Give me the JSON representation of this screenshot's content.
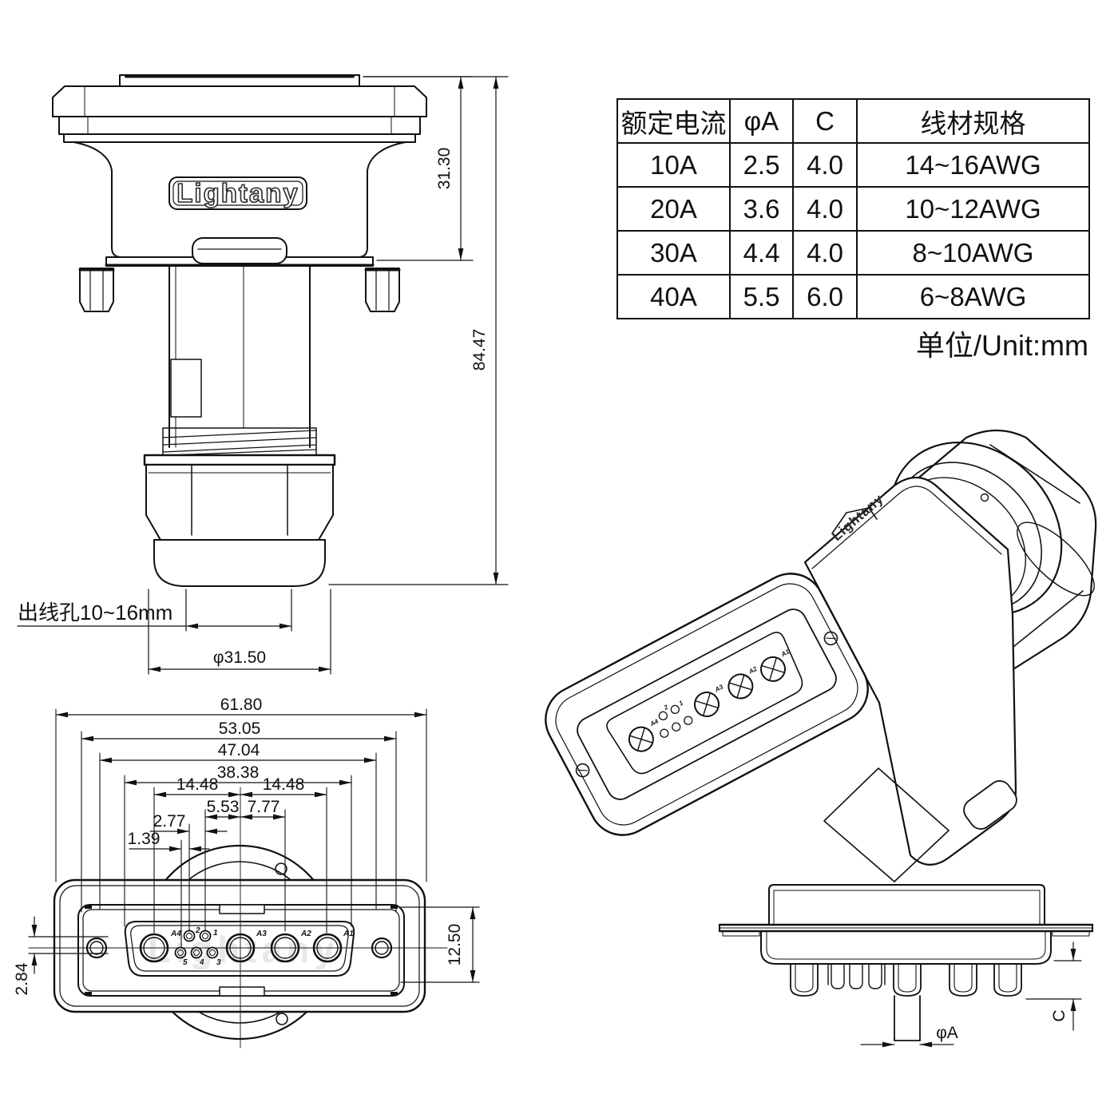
{
  "brand": "Lightany",
  "spec_table": {
    "headers": [
      "额定电流",
      "φA",
      "C",
      "线材规格"
    ],
    "rows": [
      {
        "current": "10A",
        "phi_a": "2.5",
        "c": "4.0",
        "wire": "14~16AWG"
      },
      {
        "current": "20A",
        "phi_a": "3.6",
        "c": "4.0",
        "wire": "10~12AWG"
      },
      {
        "current": "30A",
        "phi_a": "4.4",
        "c": "4.0",
        "wire": "8~10AWG"
      },
      {
        "current": "40A",
        "phi_a": "5.5",
        "c": "6.0",
        "wire": "6~8AWG"
      }
    ]
  },
  "unit_note": "单位/Unit:mm",
  "front_view": {
    "dim_hood_height": "31.30",
    "dim_total_height": "84.47",
    "cable_hole_label": "出线孔10~16mm",
    "dim_gland_diameter": "φ31.50"
  },
  "face_view": {
    "dim_overall_width": "61.80",
    "dim_flange_width": "53.05",
    "dim_recess_width": "47.04",
    "dim_insert_width": "38.38",
    "dim_pitch_left": "14.48",
    "dim_pitch_right": "14.48",
    "dim_signal_left": "5.53",
    "dim_signal_right": "7.77",
    "dim_signal_spacing": "2.77",
    "dim_signal_stagger": "1.39",
    "dim_row_offset": "2.84",
    "dim_insert_height": "12.50",
    "pins": {
      "a4": "A4",
      "a3": "A3",
      "a2": "A2",
      "a1": "A1",
      "s1": "1",
      "s2": "2",
      "s3": "3",
      "s4": "4",
      "s5": "5"
    }
  },
  "section_view": {
    "dim_pin_diameter": "φA",
    "dim_pin_length": "C"
  }
}
